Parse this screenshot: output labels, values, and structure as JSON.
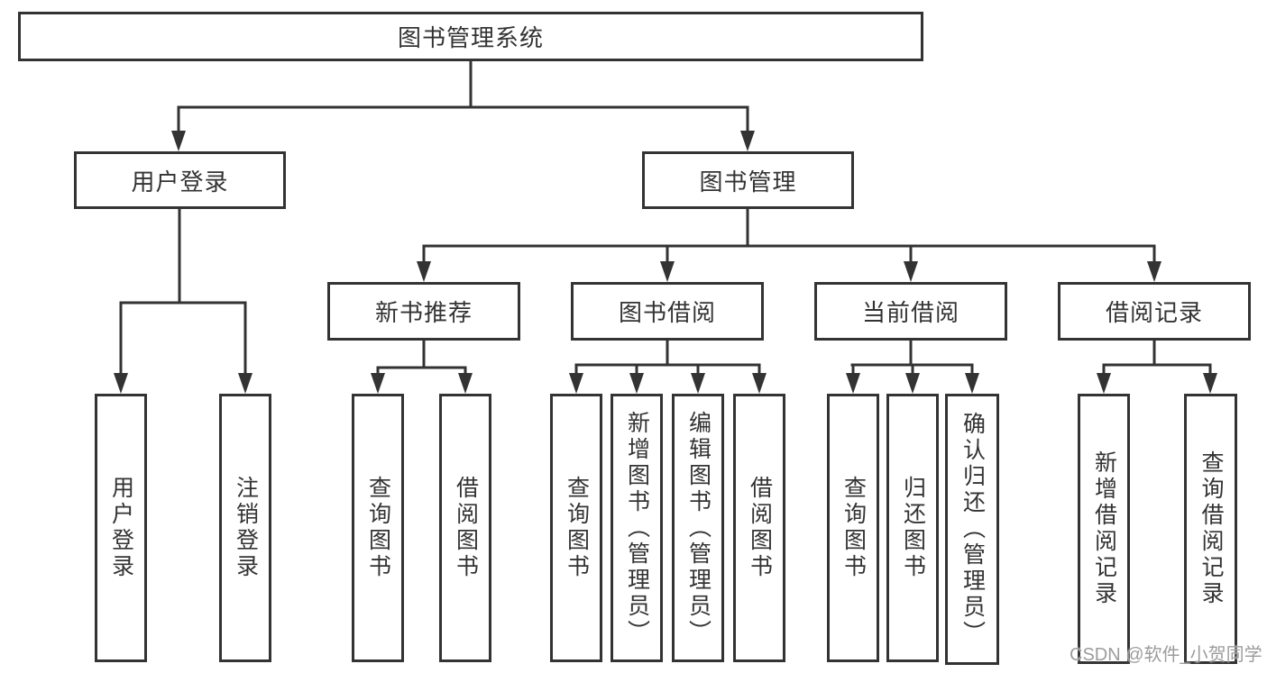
{
  "tree": {
    "root": {
      "label": "图书管理系统",
      "children": [
        {
          "label": "用户登录",
          "children": [
            {
              "label": "用户登录"
            },
            {
              "label": "注销登录"
            }
          ]
        },
        {
          "label": "图书管理",
          "children": [
            {
              "label": "新书推荐",
              "children": [
                {
                  "label": "查询图书"
                },
                {
                  "label": "借阅图书"
                }
              ]
            },
            {
              "label": "图书借阅",
              "children": [
                {
                  "label": "查询图书"
                },
                {
                  "label": "新增图书（管理员）"
                },
                {
                  "label": "编辑图书（管理员）"
                },
                {
                  "label": "借阅图书"
                }
              ]
            },
            {
              "label": "当前借阅",
              "children": [
                {
                  "label": "查询图书"
                },
                {
                  "label": "归还图书"
                },
                {
                  "label": "确认归还（管理员）"
                }
              ]
            },
            {
              "label": "借阅记录",
              "children": [
                {
                  "label": "新增借阅记录"
                },
                {
                  "label": "查询借阅记录"
                }
              ]
            }
          ]
        }
      ]
    }
  },
  "watermark": {
    "text": "CSDN @软件_小贺同学",
    "color": "#9c9c9c"
  },
  "colors": {
    "line": "#333333",
    "box_border": "#333333",
    "text": "#333333",
    "background": "#ffffff"
  }
}
